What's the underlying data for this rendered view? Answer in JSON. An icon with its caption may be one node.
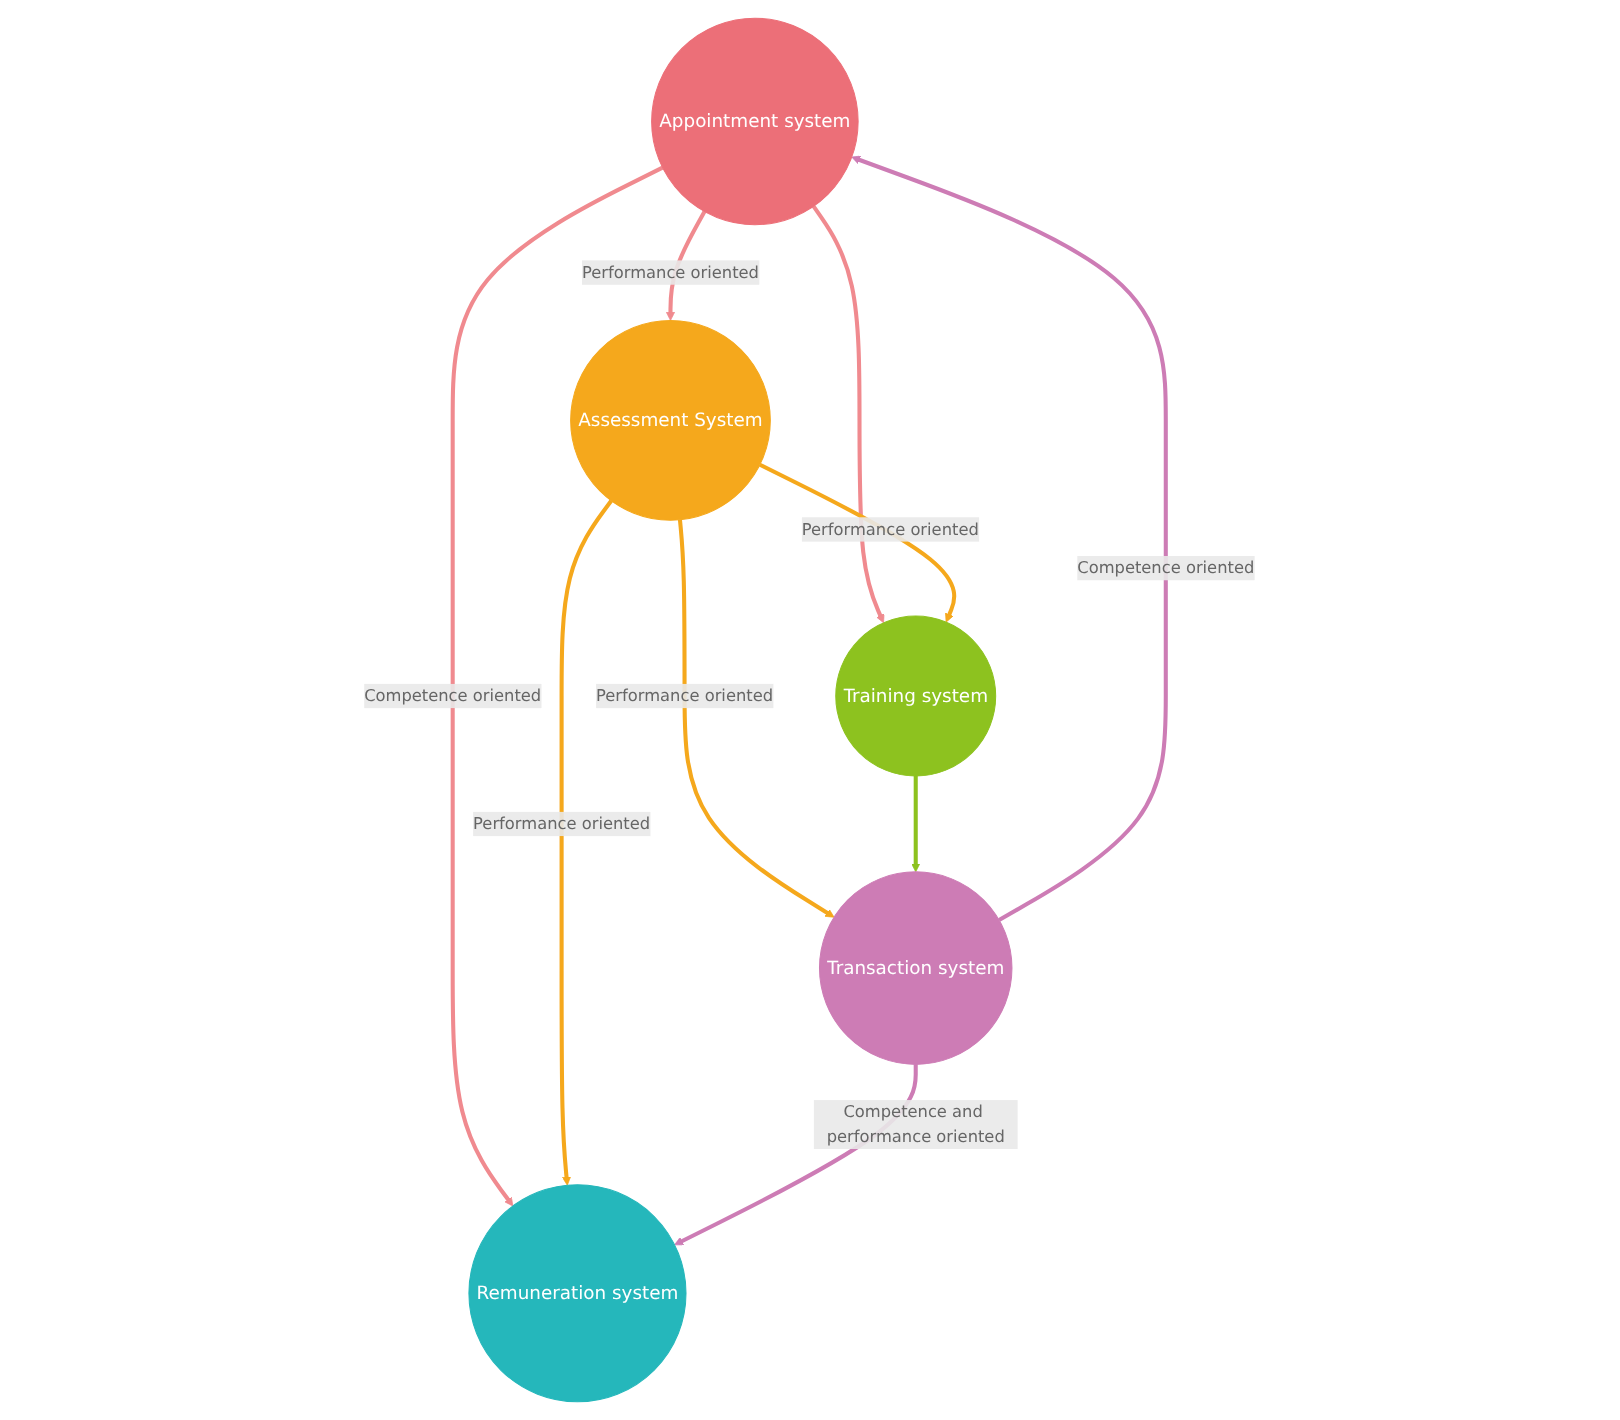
{
  "diagram": {
    "nodes": [
      {
        "text": [
          "Appointment system"
        ]
      },
      {
        "text": [
          "Training system"
        ]
      },
      {
        "text": [
          "Assessment System"
        ]
      },
      {
        "text": [
          "Remuneration system"
        ]
      },
      {
        "text": [
          "Transaction system"
        ]
      }
    ],
    "edges": [
      {
        "from": 4,
        "to": 0,
        "arrow": "to",
        "label": "Competence oriented",
        "color": "#cd7cb5"
      },
      {
        "from": 0,
        "to": 1,
        "arrow": "to",
        "color": "#f08a8f"
      },
      {
        "from": 0,
        "to": 3,
        "arrow": "to",
        "label": "Competence oriented",
        "color": "#f08a8f"
      },
      {
        "from": 0,
        "to": 2,
        "arrow": "to",
        "label": "Performance oriented",
        "color": "#f08a8f"
      },
      {
        "from": 2,
        "to": 1,
        "arrow": "to",
        "label": "Performance oriented",
        "color": "#f5a81c"
      },
      {
        "from": 2,
        "to": 3,
        "arrow": "to",
        "label": "Performance oriented",
        "color": "#f5a81c"
      },
      {
        "from": 2,
        "to": 4,
        "arrow": "to",
        "label": "Performance oriented",
        "color": "#f5a81c"
      },
      {
        "from": 1,
        "to": 4,
        "arrow": "to",
        "color": "#8dc21f"
      },
      {
        "from": 4,
        "to": 3,
        "arrow": "to",
        "label": "Competence and performance oriented",
        "color": "#cd7cb5"
      }
    ]
  }
}
